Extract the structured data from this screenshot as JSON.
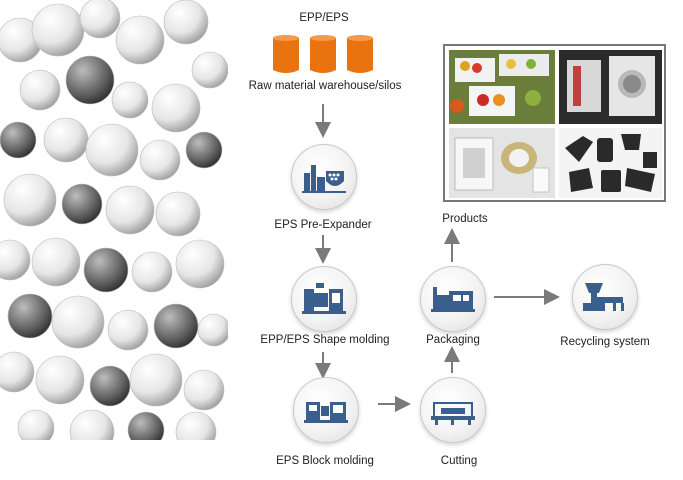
{
  "colors": {
    "accent": "#3b5f8c",
    "barrel": "#e8730f",
    "arrow": "#7a7a7a"
  },
  "raw_material": {
    "title": "EPP/EPS",
    "label": "Raw material warehouse/silos"
  },
  "steps": {
    "pre_expander": "EPS Pre-Expander",
    "shape_molding": "EPP/EPS Shape molding",
    "block_molding": "EPS Block molding",
    "cutting": "Cutting",
    "packaging": "Packaging",
    "recycling": "Recycling system",
    "products": "Products"
  },
  "icons": {
    "pre_expander": "pre-expander-machine-icon",
    "shape_molding": "shape-molding-machine-icon",
    "block_molding": "block-molding-machine-icon",
    "cutting": "cutting-line-icon",
    "packaging": "packaging-machine-icon",
    "recycling": "recycling-grinder-icon"
  }
}
